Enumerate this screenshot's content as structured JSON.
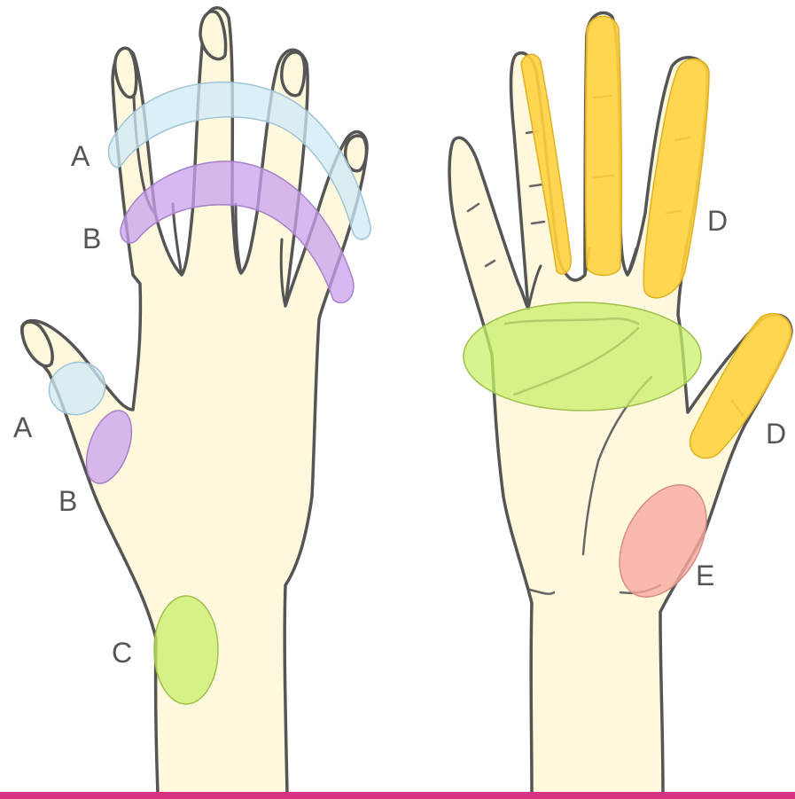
{
  "labels": {
    "a_back": "A",
    "a_thumb": "A",
    "b_back": "B",
    "b_thumb": "B",
    "c_wrist": "C",
    "d_fingers": "D",
    "d_thumb": "D",
    "e_thenar": "E"
  },
  "colors": {
    "skin": "#fff8dc",
    "outline": "#555555",
    "zone_a": "#cfe9f7",
    "zone_b": "#c9a0ee",
    "zone_c": "#c8f06a",
    "zone_d": "#ffd23f",
    "zone_e": "#f7a9a0",
    "bottom_bar": "#d63384"
  },
  "icons": [
    "hand-back",
    "hand-palm"
  ]
}
